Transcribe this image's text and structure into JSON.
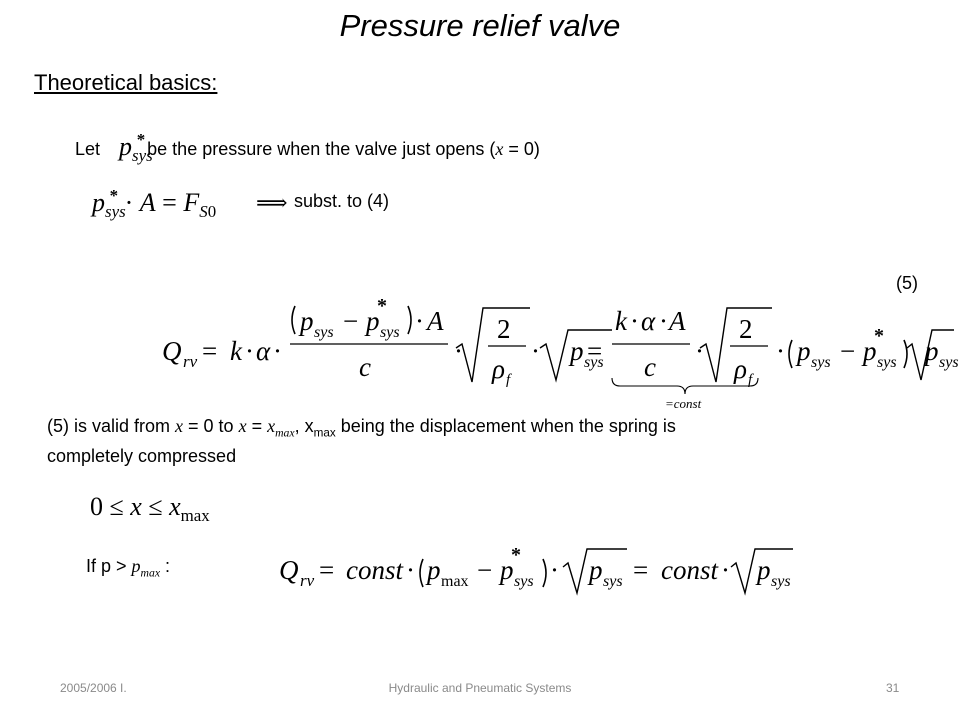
{
  "slide": {
    "title": "Pressure relief valve",
    "subtitle": "Theoretical basics:",
    "let_prefix": "Let",
    "let_suffix_a": "be the pressure when the valve just opens (",
    "let_var_x": "x",
    "let_suffix_b": " = 0)",
    "implies_text": "subst. to (4)",
    "eq_number": "(5)",
    "brace_label": "=const",
    "validity": {
      "p1": "(5) is valid from ",
      "x1": "x",
      "p2": " = 0 to ",
      "x2": "x",
      "p3": " = ",
      "xmax_base": "x",
      "xmax_sub": "max",
      "p4": ", x",
      "xmax2_sub": "max",
      "p5": " being the displacement when the spring is",
      "line2": "completely compressed"
    },
    "condition": {
      "prefix": "If p > ",
      "p": "p",
      "sub": "max",
      "suffix": " :"
    }
  },
  "footer": {
    "left": "2005/2006 I.",
    "center": "Hydraulic and Pneumatic Systems",
    "right": "31"
  }
}
